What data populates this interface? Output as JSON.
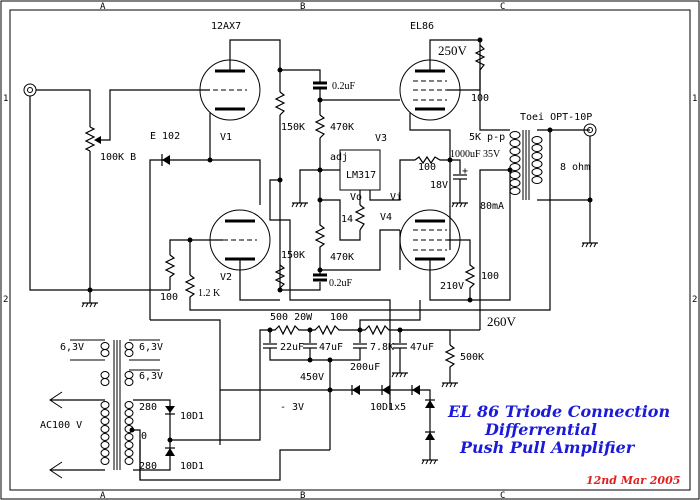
{
  "diagram": {
    "title_lines": [
      "EL 86 Triode Connection",
      "Differrential",
      "Push Pull Amplifier"
    ],
    "date": "12nd Mar 2005",
    "colors": {
      "title": "#1a1ad8",
      "date": "#e02020",
      "line": "#000000",
      "background": "#ffffff"
    },
    "border": {
      "columns": [
        "A",
        "B",
        "C"
      ],
      "rows": [
        "1",
        "2"
      ]
    },
    "tubes": {
      "v1": {
        "ref": "V1",
        "type": "12AX7"
      },
      "v2": {
        "ref": "V2"
      },
      "v3": {
        "ref": "V3",
        "type": "EL86"
      },
      "v4": {
        "ref": "V4"
      }
    },
    "regulator": {
      "part": "LM317",
      "pin_adj": "adj",
      "pin_vo": "Vo",
      "pin_vi": "Vi"
    },
    "components": {
      "volume_pot": "100K B",
      "led_diode": "E 102",
      "r_plate_v1": "150K",
      "r_plate_v2": "150K",
      "c_coupling_top": "0.2uF",
      "c_coupling_bottom": "0.2uF",
      "r_grid_v3": "470K",
      "r_grid_v4": "470K",
      "r_adj": "14",
      "r_g2_v3": "100",
      "r_g2_v4": "100",
      "r_bias_feed": "100",
      "c_bias": "1000uF 35V",
      "r_grid_stop_v2": "100",
      "r_cathode": "1.2 K",
      "r_psu_1": "500 20W",
      "r_psu_2": "100",
      "r_psu_3": "7.8K",
      "c_psu_1": "22uF",
      "c_psu_2": "47uF",
      "c_psu_3": "200uF",
      "c_psu_4": "47uF",
      "r_bleeder": "500K",
      "rect_diode_top": "10D1",
      "rect_diode_bottom": "10D1",
      "bias_diodes": "10D1x5"
    },
    "voltages": {
      "v3_plate": "250V",
      "bias_supply": "18V",
      "v4_plate": "210V",
      "b_plus_main": "260V",
      "b_plus_raw": "450V",
      "neg_bias": "- 3V",
      "current": "80mA"
    },
    "output_transformer": {
      "name": "Toei OPT-10P",
      "primary": "5K p-p",
      "secondary": "8 ohm"
    },
    "power_transformer": {
      "heater_1": "6,3V",
      "heater_2": "6,3V",
      "heater_3": "6,3V",
      "hv_top": "280",
      "hv_center": "0",
      "hv_bottom": "280",
      "mains": "AC100 V"
    }
  }
}
